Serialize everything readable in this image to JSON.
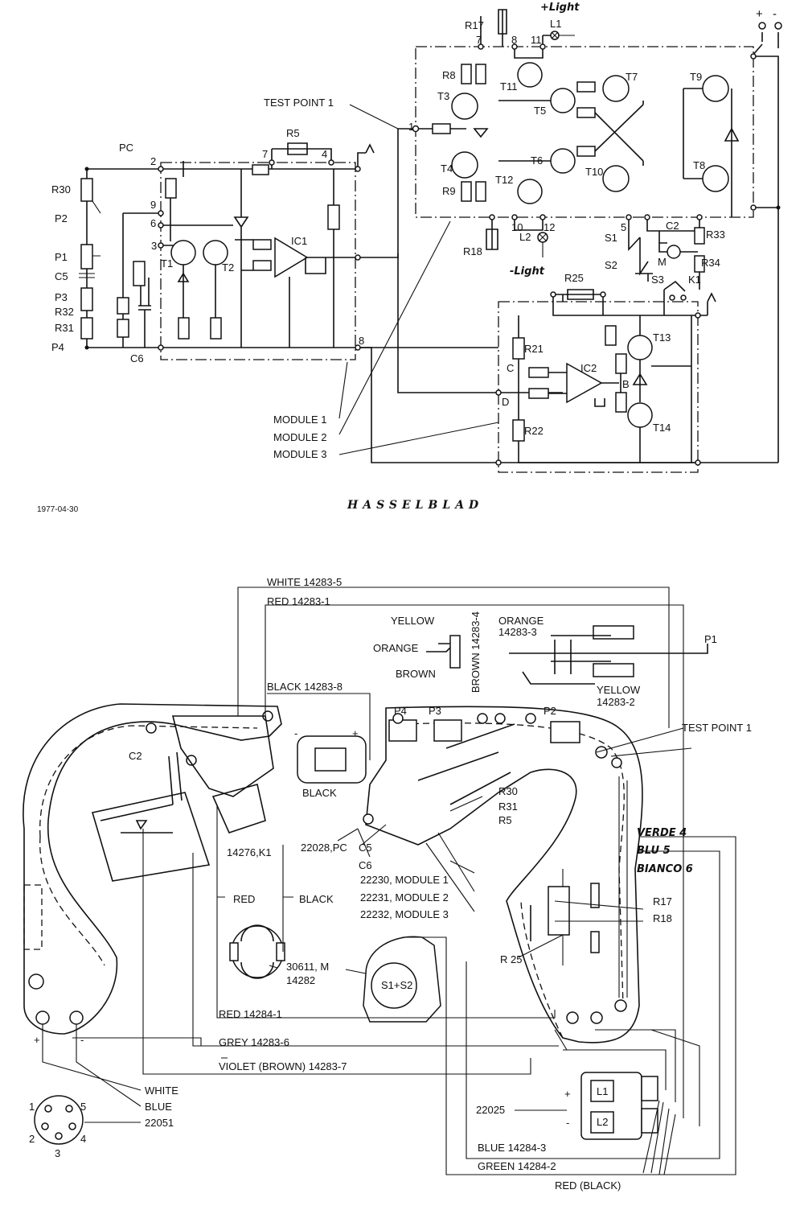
{
  "schematic": {
    "top_labels": [
      "+Light",
      "L1",
      "R17",
      "7",
      "8",
      "11",
      "+",
      "-"
    ],
    "test_point": "TEST POINT 1",
    "components": [
      "PC",
      "R5",
      "R30",
      "P2",
      "P1",
      "C5",
      "P3",
      "R32",
      "R31",
      "P4",
      "C6",
      "T1",
      "T2",
      "IC1",
      "R8",
      "T3",
      "T4",
      "R9",
      "T11",
      "T5",
      "T7",
      "T9",
      "T6",
      "T10",
      "T8",
      "T12",
      "R18",
      "L2",
      "S1",
      "S2",
      "S3",
      "C2",
      "M",
      "R33",
      "R34",
      "K1",
      "R25",
      "R21",
      "IC2",
      "T13",
      "T14",
      "R22",
      "C",
      "D",
      "B"
    ],
    "nodes": [
      "1",
      "2",
      "3",
      "4",
      "5",
      "6",
      "7",
      "8",
      "9",
      "10",
      "12"
    ],
    "light_minus": "-Light",
    "modules": [
      "MODULE 1",
      "MODULE 2",
      "MODULE 3"
    ]
  },
  "date": "1977-04-30",
  "brand": "HASSELBLAD",
  "wiring": {
    "wires": [
      "WHITE 14283-5",
      "RED 14283-1",
      "BLACK 14283-8",
      "RED 14284-1",
      "GREY 14283-6",
      "VIOLET (BROWN) 14283-7",
      "BLUE 14284-3",
      "GREEN 14284-2"
    ],
    "top_colors": [
      "YELLOW",
      "ORANGE",
      "BROWN",
      "BROWN 14283-4",
      "ORANGE",
      "14283-3",
      "YELLOW",
      "14283-2"
    ],
    "parts": [
      "P1",
      "TEST POINT 1",
      "P4",
      "P3",
      "P2",
      "BLACK",
      "C2",
      "22028,PC",
      "C5",
      "C6",
      "R30",
      "R31",
      "R5",
      "14276,K1",
      "RED",
      "BLACK",
      "30611, M",
      "14282",
      "S1+S2",
      "R 25",
      "R17",
      "R18",
      "22025",
      "L1",
      "L2",
      "RED (BLACK)"
    ],
    "modules": [
      "22230, MODULE 1",
      "22231, MODULE 2",
      "22232, MODULE 3"
    ],
    "handwritten": [
      "VERDE 4",
      "BLU 5",
      "BIANCO 6"
    ],
    "connector": {
      "id": "22051",
      "pins": [
        "1",
        "2",
        "3",
        "4",
        "5"
      ],
      "wires": [
        "WHITE",
        "BLUE"
      ]
    },
    "signs": [
      "+",
      "-",
      "+",
      "-",
      "+",
      "-"
    ]
  }
}
